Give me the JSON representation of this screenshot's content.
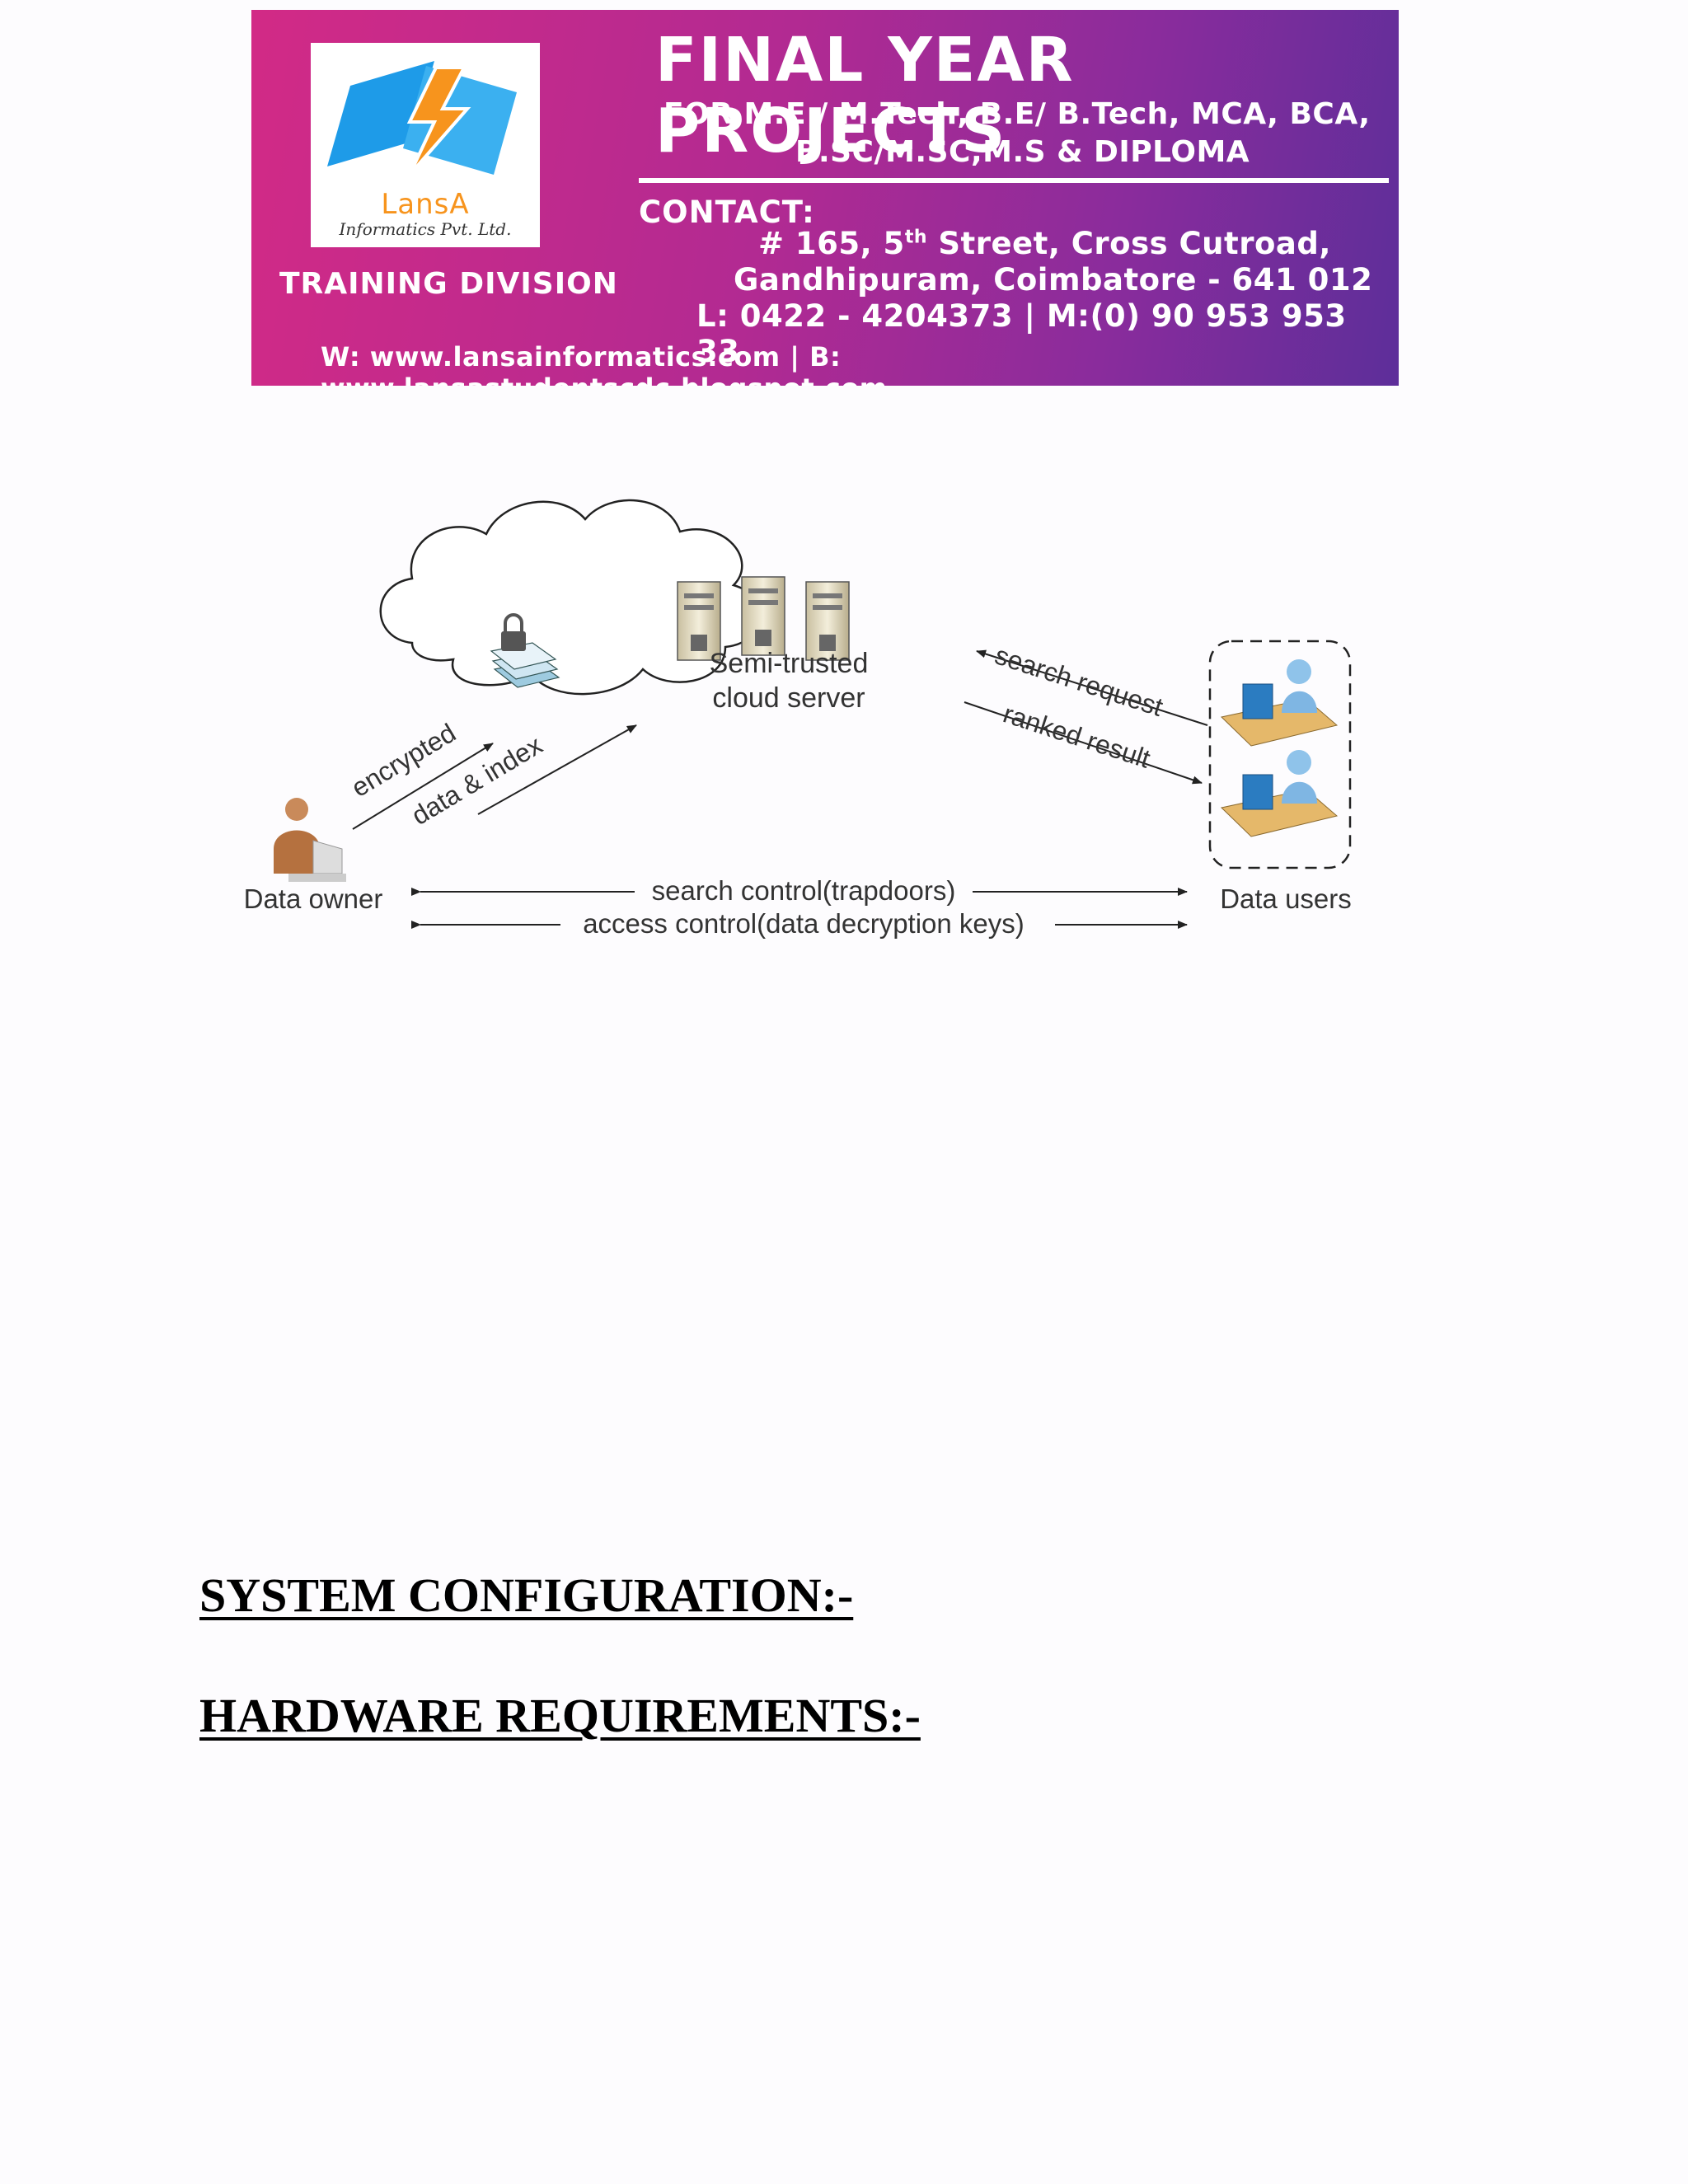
{
  "banner": {
    "logo_name": "LansA",
    "logo_sub": "Informatics Pvt. Ltd.",
    "training": "TRAINING DIVISION",
    "title": "FINAL YEAR PROJECTS",
    "subtitle_line1": "FOR M.E / M.Tech, B.E/ B.Tech, MCA, BCA,",
    "subtitle_line2": "B.SC/M.SC,M.S & DIPLOMA",
    "contact_label": "CONTACT:",
    "address_line1_pre": "# 165, 5",
    "address_line1_sup": "th",
    "address_line1_post": " Street, Cross Cutroad,",
    "address_line2": "Gandhipuram, Coimbatore - 641 012",
    "phone": "L: 0422 - 4204373 | M:(0) 90 953 953 33",
    "web": "W: www.lansainformatics.com | B: www.lansastudentscdc.blogspot.com",
    "colors": {
      "gradient_start": "#d22a86",
      "gradient_end": "#5d2e9a",
      "logo_blue": "#1e9be8",
      "logo_orange": "#f7941d"
    }
  },
  "diagram": {
    "cloud_label_line1": "Semi-trusted",
    "cloud_label_line2": "cloud server",
    "owner_label": "Data owner",
    "users_label": "Data users",
    "upload_label1": "encrypted",
    "upload_label2": "data & index",
    "request_label": "search request",
    "result_label": "ranked result",
    "control_label1": "search control(trapdoors)",
    "control_label2": "access control(data decryption keys)"
  },
  "headings": {
    "system_configuration": "SYSTEM CONFIGURATION:-",
    "hardware_requirements": "HARDWARE REQUIREMENTS:-"
  }
}
